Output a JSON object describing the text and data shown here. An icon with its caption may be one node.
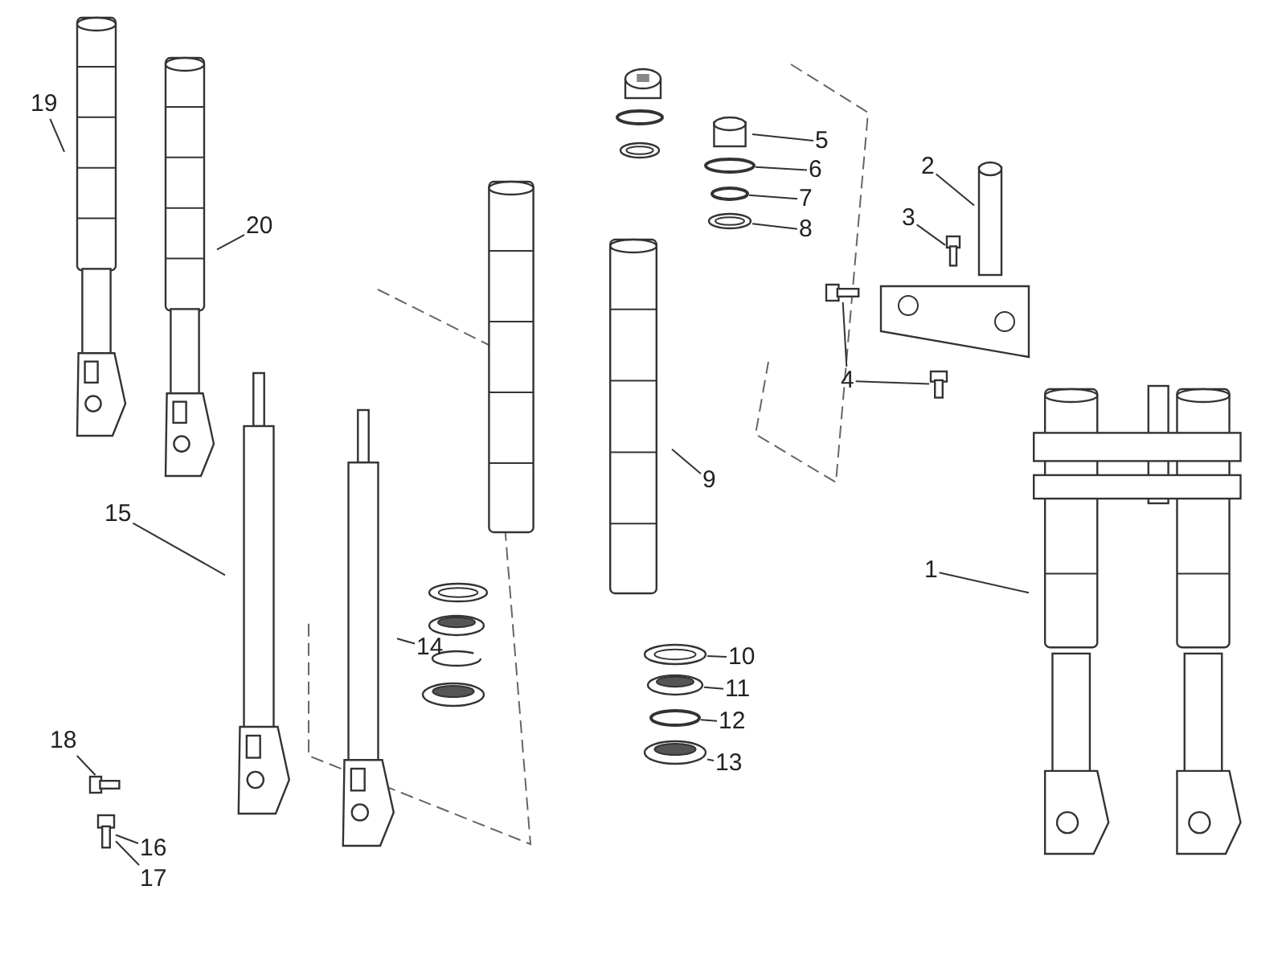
{
  "diagram": {
    "nodes": [
      {
        "text": [
          "19"
        ]
      },
      {
        "text": [
          "20"
        ]
      },
      {
        "text": [
          "15"
        ]
      },
      {
        "text": [
          "14"
        ]
      },
      {
        "text": [
          "18"
        ]
      },
      {
        "text": [
          "16"
        ]
      },
      {
        "text": [
          "17"
        ]
      },
      {
        "text": [
          "5"
        ]
      },
      {
        "text": [
          "6"
        ]
      },
      {
        "text": [
          "7"
        ]
      },
      {
        "text": [
          "8"
        ]
      },
      {
        "text": [
          "9"
        ]
      },
      {
        "text": [
          "10"
        ]
      },
      {
        "text": [
          "11"
        ]
      },
      {
        "text": [
          "12"
        ]
      },
      {
        "text": [
          "13"
        ]
      },
      {
        "text": [
          "2"
        ]
      },
      {
        "text": [
          "3"
        ]
      },
      {
        "text": [
          "4"
        ]
      },
      {
        "text": [
          "1"
        ]
      },
      {
        "text": [],
        "shape": "picture"
      },
      {
        "text": [],
        "shape": "picture"
      },
      {
        "text": [],
        "shape": "picture"
      },
      {
        "text": [],
        "shape": "picture"
      },
      {
        "text": [],
        "shape": "picture"
      },
      {
        "text": [],
        "shape": "picture"
      },
      {
        "text": [],
        "shape": "cylinder"
      },
      {
        "text": [],
        "shape": "circle"
      },
      {
        "text": [],
        "shape": "circle"
      },
      {
        "text": [],
        "shape": "picture"
      },
      {
        "text": [],
        "shape": "picture"
      },
      {
        "text": [],
        "shape": "picture"
      },
      {
        "text": [],
        "shape": "picture"
      },
      {
        "text": [],
        "shape": "circle"
      },
      {
        "text": [],
        "shape": "picture"
      },
      {
        "text": [],
        "shape": "cylinder"
      },
      {
        "text": [],
        "shape": "picture"
      },
      {
        "text": [],
        "shape": "picture"
      },
      {
        "text": [],
        "shape": "picture"
      },
      {
        "text": [],
        "shape": "picture"
      }
    ],
    "edges": [
      {
        "from": 0,
        "to": 20,
        "arrow": "none"
      },
      {
        "from": 1,
        "to": 21,
        "arrow": "none"
      },
      {
        "from": 2,
        "to": 22,
        "arrow": "none"
      },
      {
        "from": 3,
        "to": 23,
        "arrow": "none"
      },
      {
        "from": 4,
        "to": 24,
        "arrow": "none"
      },
      {
        "from": 5,
        "to": 25,
        "arrow": "none"
      },
      {
        "from": 6,
        "to": 25,
        "arrow": "none"
      },
      {
        "from": 7,
        "to": 26,
        "arrow": "none"
      },
      {
        "from": 8,
        "to": 27,
        "arrow": "none"
      },
      {
        "from": 9,
        "to": 28,
        "arrow": "none"
      },
      {
        "from": 10,
        "to": 29,
        "arrow": "none"
      },
      {
        "from": 11,
        "to": 30,
        "arrow": "none"
      },
      {
        "from": 12,
        "to": 31,
        "arrow": "none"
      },
      {
        "from": 13,
        "to": 32,
        "arrow": "none"
      },
      {
        "from": 14,
        "to": 33,
        "arrow": "none"
      },
      {
        "from": 15,
        "to": 34,
        "arrow": "none"
      },
      {
        "from": 16,
        "to": 35,
        "arrow": "none"
      },
      {
        "from": 17,
        "to": 36,
        "arrow": "none"
      },
      {
        "from": 18,
        "to": 37,
        "arrow": "none"
      },
      {
        "from": 18,
        "to": 38,
        "arrow": "none"
      },
      {
        "from": 19,
        "to": 39,
        "arrow": "none"
      }
    ]
  }
}
